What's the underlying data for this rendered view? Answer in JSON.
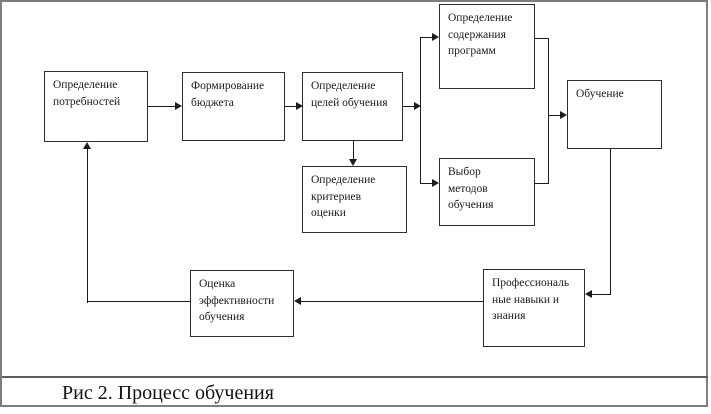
{
  "figure": {
    "caption": "Рис 2. Процесс обучения",
    "nodes": {
      "needs": {
        "label": "Определение\nпотребностей"
      },
      "budget": {
        "label": "Формирование\nбюджета"
      },
      "goals": {
        "label": "Определение\nцелей обучения"
      },
      "content": {
        "label": "Определение\nсодержания\nпрограмм"
      },
      "methods": {
        "label": "Выбор\nметодов\nобучения"
      },
      "training": {
        "label": "Обучение"
      },
      "criteria": {
        "label": "Определение\nкритериев\nоценки"
      },
      "skills": {
        "label": "Профессиональ\nные навыки и\nзнания"
      },
      "evaluation": {
        "label": "Оценка\nэффективности\nобучения"
      }
    },
    "edges": [
      {
        "from": "needs",
        "to": "budget"
      },
      {
        "from": "budget",
        "to": "goals"
      },
      {
        "from": "goals",
        "to": "content"
      },
      {
        "from": "goals",
        "to": "methods"
      },
      {
        "from": "goals",
        "to": "criteria"
      },
      {
        "from": "content",
        "to": "training"
      },
      {
        "from": "methods",
        "to": "training"
      },
      {
        "from": "training",
        "to": "skills"
      },
      {
        "from": "skills",
        "to": "evaluation"
      },
      {
        "from": "evaluation",
        "to": "needs"
      }
    ],
    "colors": {
      "line": "#1c1c1c",
      "node_border": "#2e2e2e",
      "frame_border": "#7e7e7e",
      "background": "#ffffff"
    }
  }
}
